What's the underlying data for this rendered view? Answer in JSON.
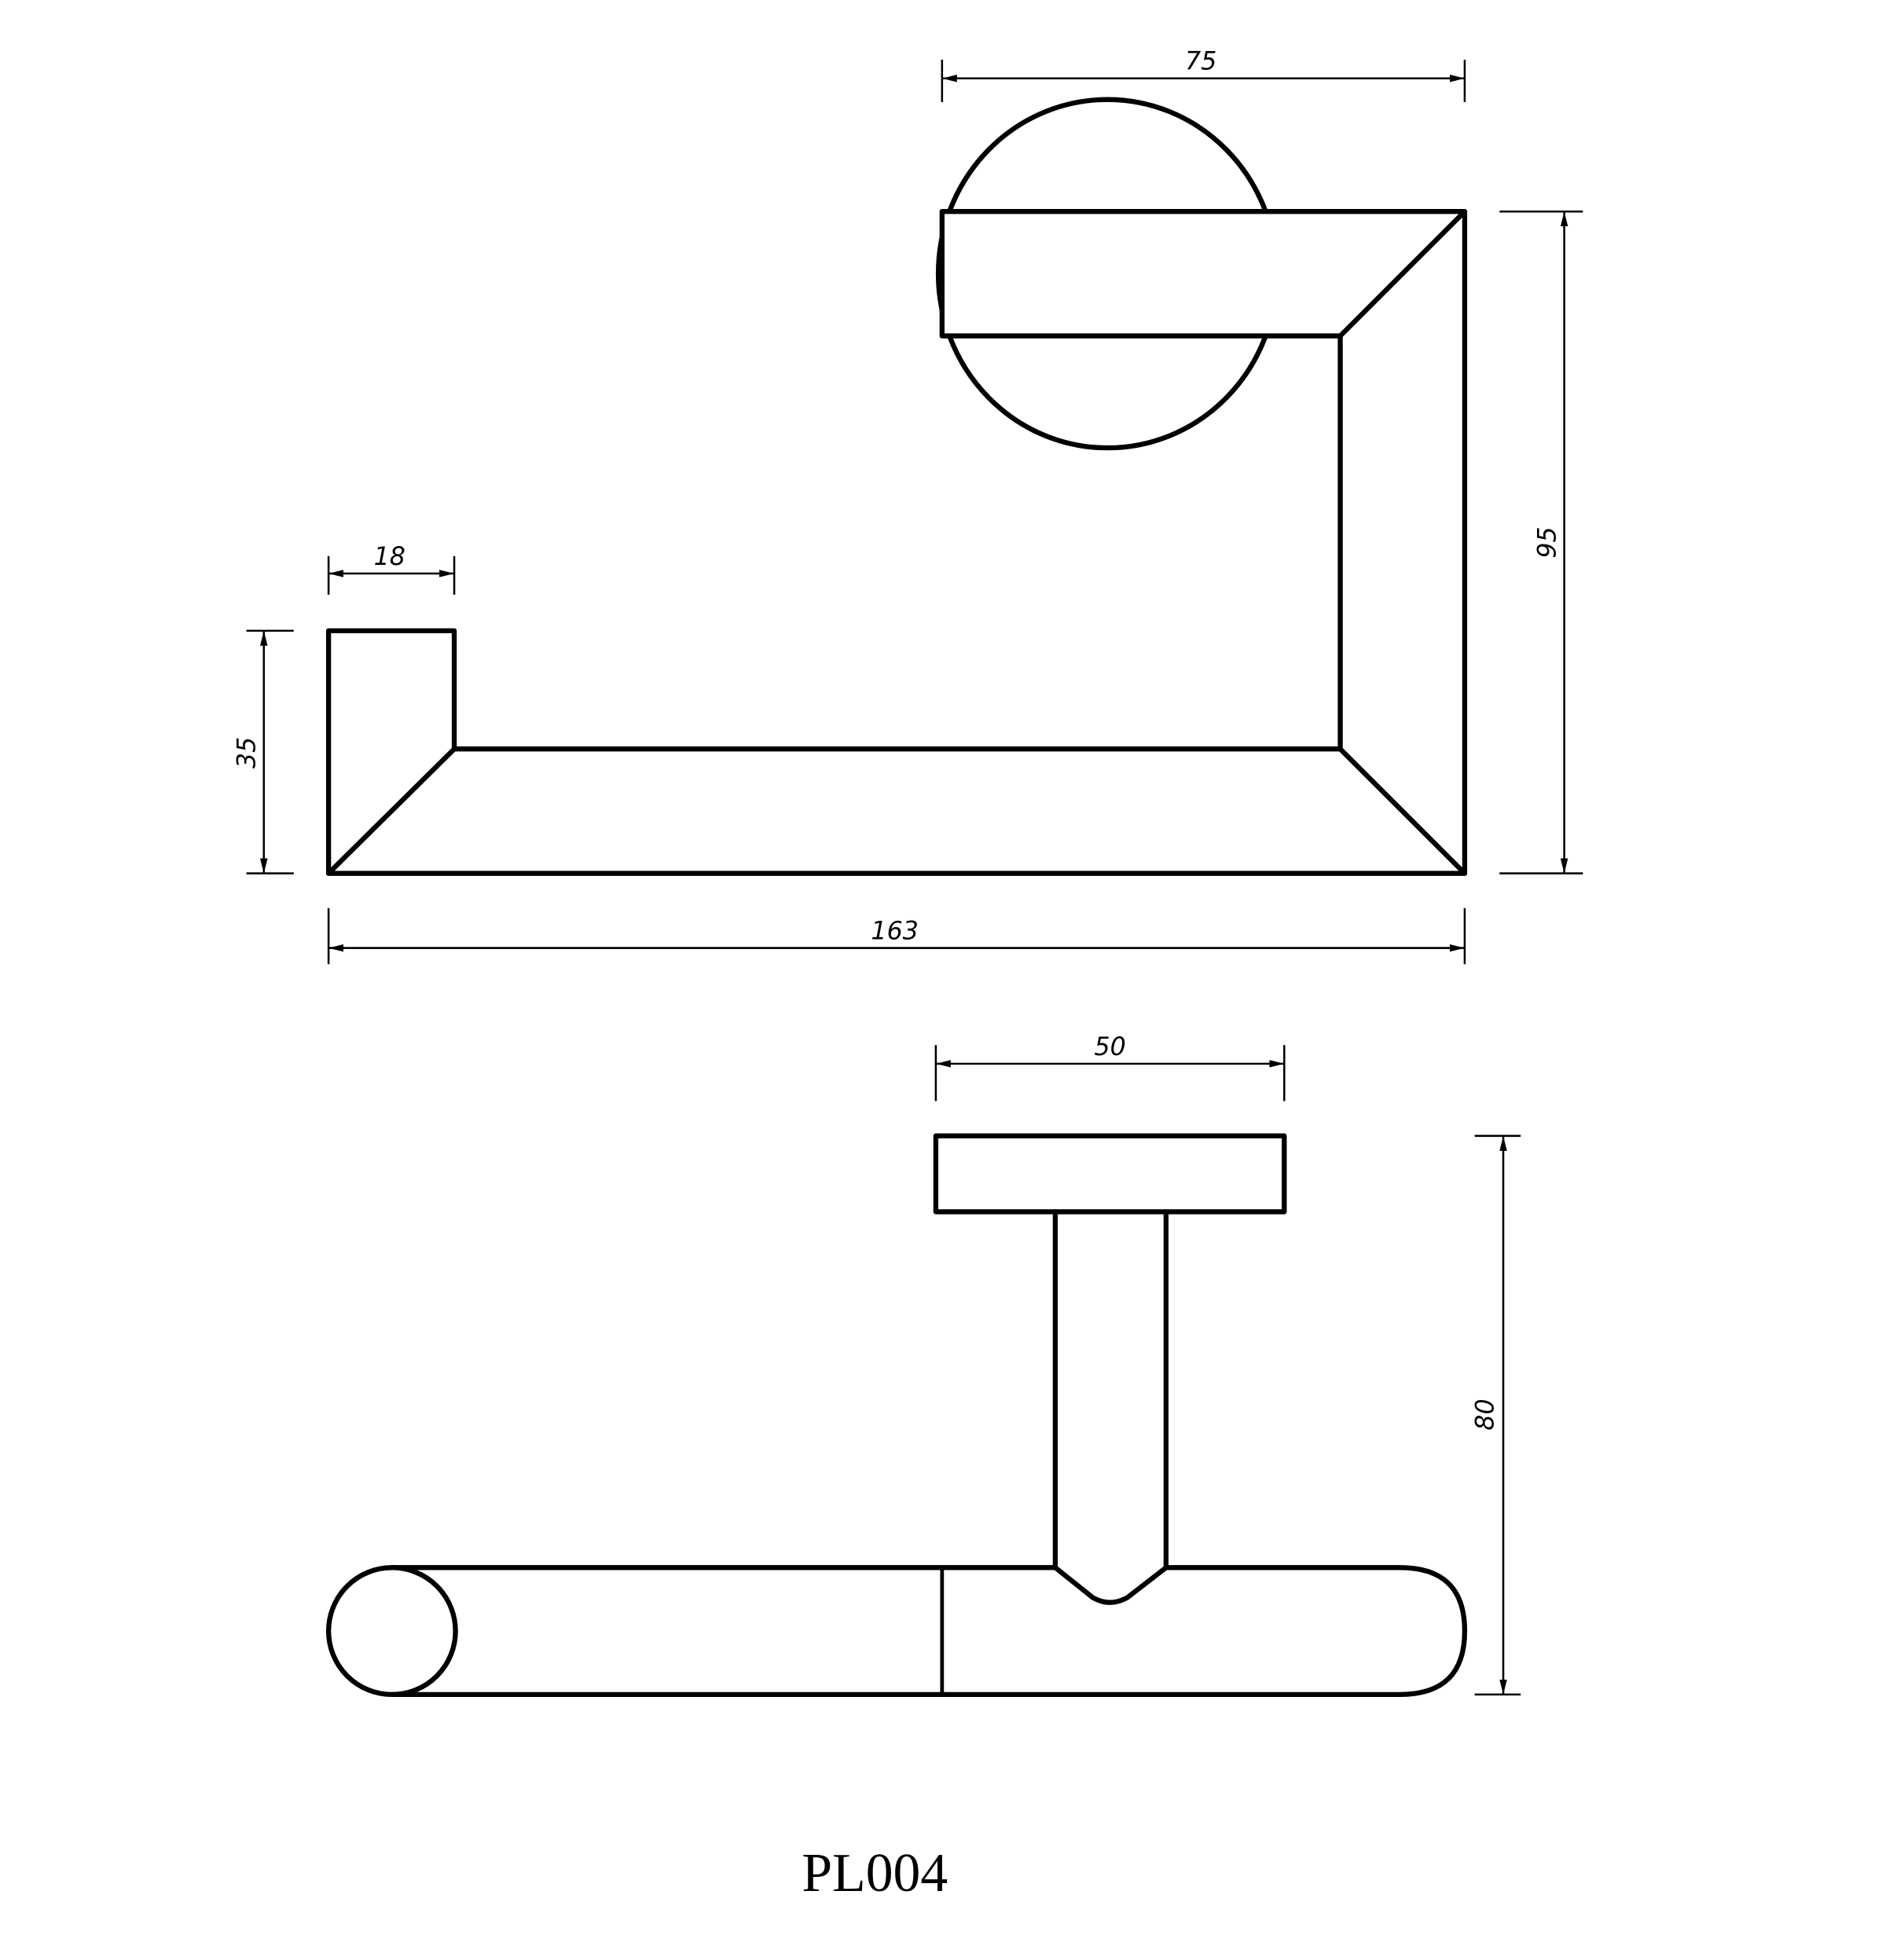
{
  "drawing": {
    "model": "PL004",
    "top_view": {
      "dimensions": {
        "backplate_width": "75",
        "overall_height": "95",
        "end_post_width": "18",
        "end_post_height": "35",
        "overall_length": "163"
      }
    },
    "side_view": {
      "dimensions": {
        "mount_plate_width": "50",
        "projection": "80"
      }
    },
    "colors": {
      "line": "#000000",
      "background": "#ffffff"
    }
  }
}
